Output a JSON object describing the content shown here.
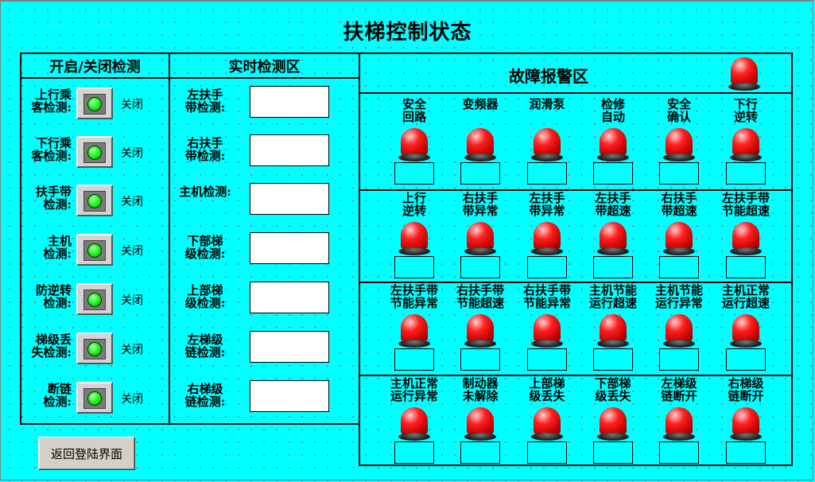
{
  "title": "扶梯控制状态",
  "left_panel": {
    "header_onoff": "开启/关闭检测",
    "header_realtime": "实时检测区",
    "onoff_rows": [
      {
        "label": "上行乘\n客检测:",
        "state": "关闭"
      },
      {
        "label": "下行乘\n客检测:",
        "state": "关闭"
      },
      {
        "label": "扶手带\n检测:",
        "state": "关闭"
      },
      {
        "label": "主机\n检测:",
        "state": "关闭"
      },
      {
        "label": "防逆转\n检测:",
        "state": "关闭"
      },
      {
        "label": "梯级丢\n失检测:",
        "state": "关闭"
      },
      {
        "label": "断链\n检测:",
        "state": "关闭"
      }
    ],
    "realtime_rows": [
      {
        "label": "左扶手\n带检测:",
        "value": ""
      },
      {
        "label": "右扶手\n带检测:",
        "value": ""
      },
      {
        "label": "主机检测:",
        "value": ""
      },
      {
        "label": "下部梯\n级检测:",
        "value": ""
      },
      {
        "label": "上部梯\n级检测:",
        "value": ""
      },
      {
        "label": "左梯级\n链检测:",
        "value": ""
      },
      {
        "label": "右梯级\n链检测:",
        "value": ""
      }
    ]
  },
  "fault_panel": {
    "header": "故障报警区",
    "rows": [
      [
        "安全\n回路",
        "变频器",
        "润滑泵",
        "检修\n自动",
        "安全\n确认",
        "下行\n逆转"
      ],
      [
        "上行\n逆转",
        "右扶手\n带异常",
        "左扶手\n带异常",
        "左扶手\n带超速",
        "右扶手\n带超速",
        "左扶手带\n节能超速"
      ],
      [
        "左扶手带\n节能异常",
        "右扶手带\n节能超速",
        "右扶手带\n节能异常",
        "主机节能\n运行超速",
        "主机节能\n运行异常",
        "主机正常\n运行超速"
      ],
      [
        "主机正常\n运行异常",
        "制动器\n未解除",
        "上部梯\n级丢失",
        "下部梯\n级丢失",
        "左梯级\n链断开",
        "右梯级\n链断开"
      ]
    ]
  },
  "back_button": "返回登陆界面",
  "colors": {
    "background": "#00ffff",
    "lamp": "#ff0000",
    "led": "#00ff00"
  }
}
